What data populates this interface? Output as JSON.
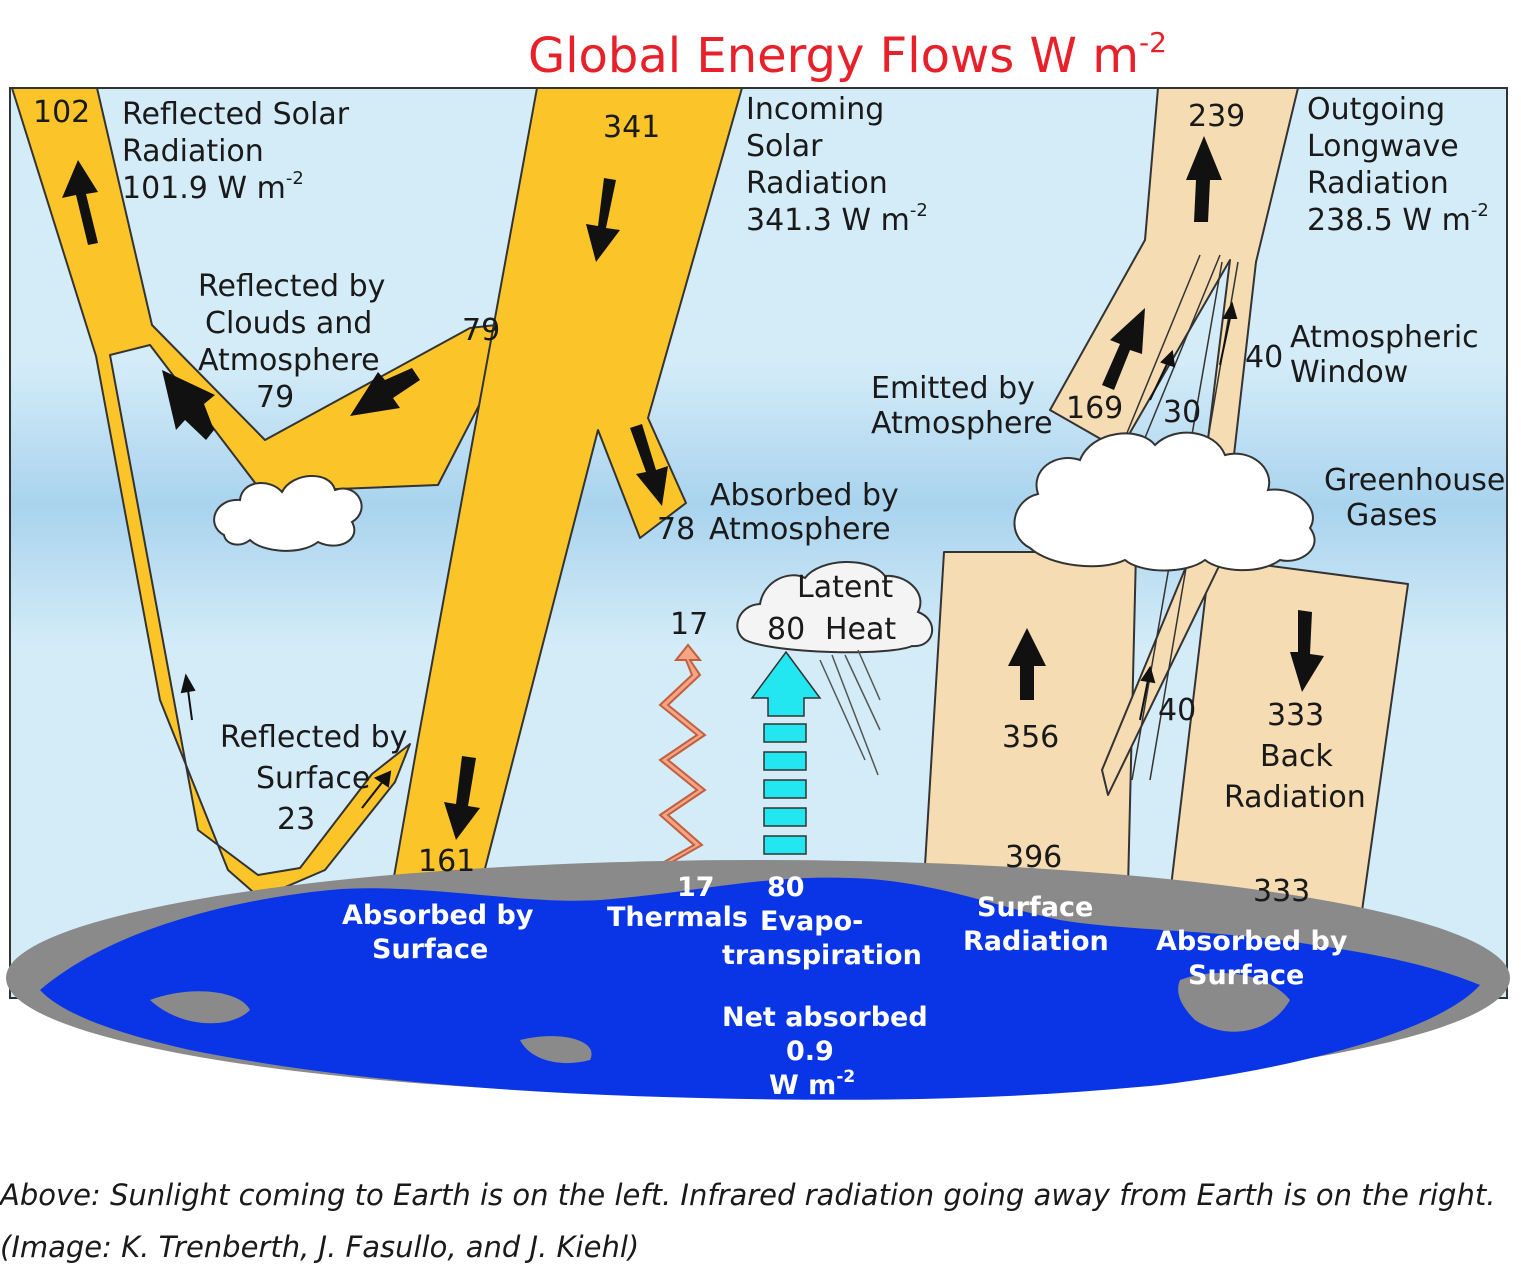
{
  "title": "Global Energy Flows  W m",
  "title_exp": "-2",
  "unit": "W m",
  "unit_exp": "-2",
  "colors": {
    "title": "#e8202a",
    "solar": "#fbc52a",
    "infrared": "#f5dcb2",
    "sky": "#d4ecf8",
    "atmosphere_band": "#b9dcf0",
    "ocean": "#0a35e6",
    "land": "#8a8a8a",
    "thermals": "#f6a484",
    "evapo": "#22e6f0"
  },
  "labels": {
    "reflected_solar": [
      "Reflected Solar",
      "Radiation",
      "101.9 W m"
    ],
    "incoming_solar": [
      "Incoming",
      "Solar",
      "Radiation",
      "341.3 W m"
    ],
    "outgoing_longwave": [
      "Outgoing",
      "Longwave",
      "Radiation",
      "238.5 W m"
    ],
    "reflected_clouds": [
      "Reflected by",
      "Clouds and",
      "Atmosphere"
    ],
    "reflected_surface": [
      "Reflected by",
      "Surface"
    ],
    "absorbed_atmosphere": [
      "Absorbed by",
      "Atmosphere"
    ],
    "emitted_atmosphere": [
      "Emitted by",
      "Atmosphere"
    ],
    "atmospheric_window": [
      "Atmospheric",
      "Window"
    ],
    "greenhouse_gases": [
      "Greenhouse",
      "Gases"
    ],
    "latent_heat": [
      "Latent",
      "Heat"
    ],
    "back_radiation": [
      "Back",
      "Radiation"
    ],
    "absorbed_surface_left": [
      "Absorbed by",
      "Surface"
    ],
    "absorbed_surface_right": [
      "Absorbed by",
      "Surface"
    ],
    "thermals": "Thermals",
    "evapo": [
      "Evapo-",
      "transpiration"
    ],
    "surface_radiation": [
      "Surface",
      "Radiation"
    ],
    "net_absorbed": [
      "Net absorbed",
      "0.9",
      "W m"
    ]
  },
  "values": {
    "reflected_solar": "102",
    "incoming_solar": "341",
    "outgoing_longwave": "239",
    "reflected_clouds_top": "79",
    "reflected_clouds_label": "79",
    "absorbed_atmosphere": "78",
    "reflected_surface": "23",
    "absorbed_surface": "161",
    "thermals_top": "17",
    "thermals_bottom": "17",
    "latent_heat": "80",
    "evapo_bottom": "80",
    "emitted_atmosphere": "169",
    "window_upper": "40",
    "window_lower": "40",
    "window_from_atm": "30",
    "surface_radiation_inner": "356",
    "surface_radiation_base": "396",
    "back_radiation_top": "333",
    "back_radiation_base": "333"
  },
  "caption": [
    "Above: Sunlight coming to Earth is on the left. Infrared radiation going away from Earth is on the right.",
    "(Image: K. Trenberth, J. Fasullo, and J. Kiehl)"
  ]
}
